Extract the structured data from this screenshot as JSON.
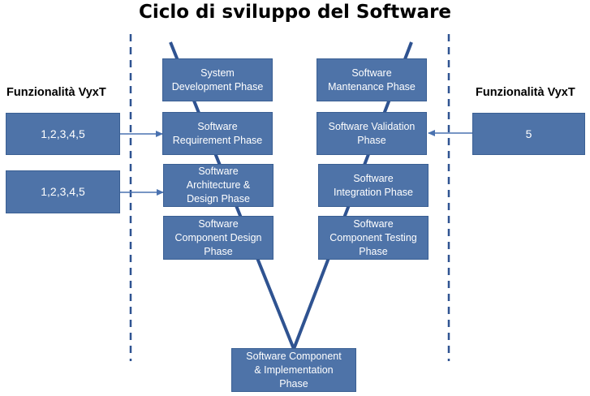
{
  "title": "Ciclo di sviluppo del Software",
  "side_labels": {
    "left": "Funzionalità VyxT",
    "right": "Funzionalità VyxT"
  },
  "v_model": {
    "left_phases": [
      "System\nDevelopment Phase",
      "Software\nRequirement Phase",
      "Software\nArchitecture &\nDesign Phase",
      "Software\nComponent Design\nPhase"
    ],
    "right_phases": [
      "Software\nMantenance Phase",
      "Software Validation\nPhase",
      "Software\nIntegration Phase",
      "Software\nComponent Testing\nPhase"
    ],
    "bottom_phase": "Software Component\n& Implementation\nPhase"
  },
  "functionalities": {
    "left": [
      {
        "text": "1,2,3,4,5",
        "links_to": "Software Requirement Phase"
      },
      {
        "text": "1,2,3,4,5",
        "links_to": "Software Architecture & Design Phase"
      }
    ],
    "right": [
      {
        "text": "5",
        "links_to": "Software Validation Phase"
      }
    ]
  },
  "colors": {
    "box_fill": "#4e73a8",
    "box_border": "#3a5f93",
    "v_line": "#2f5391",
    "arrow": "#4a72b0",
    "dashed": "#2f5391"
  }
}
